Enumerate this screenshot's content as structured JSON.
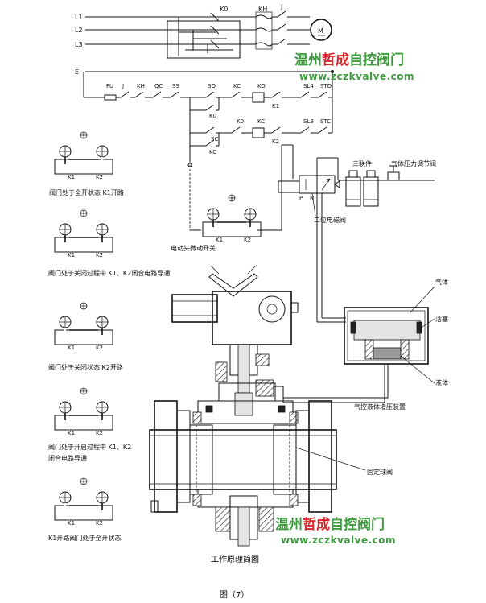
{
  "colors": {
    "brand_green": "#3f9a3f",
    "brand_red": "#d8232a",
    "ink": "#111111"
  },
  "circuit": {
    "lines": {
      "l1": "L1",
      "l2": "L2",
      "l3": "L3",
      "e": "E"
    },
    "power": {
      "k0": "K0",
      "kh": "KH",
      "j": "J",
      "motor": "M"
    },
    "control": {
      "fu": "FU",
      "j": "J",
      "kh": "KH",
      "qc": "QC",
      "ss": "SS",
      "so": "SO",
      "kc": "KC",
      "ko": "KO",
      "sl4": "SL4",
      "std": "STD",
      "k1": "K1",
      "k0_lower": "K0",
      "kc_lower": "KC",
      "sl8": "SL8",
      "stc": "STC",
      "k2": "K2",
      "sc": "SC",
      "kc_hold": "KC",
      "k0_hold": "K0"
    }
  },
  "valve_states": [
    {
      "caption": "阀门处于全开状态 K1开路",
      "k1": "K1",
      "k2": "K2"
    },
    {
      "caption": "阀门处于关闭过程中 K1、K2闭合电路导通",
      "k1": "K1",
      "k2": "K2"
    },
    {
      "caption": "阀门处于关闭状态 K2开路",
      "k1": "K1",
      "k2": "K2"
    },
    {
      "caption_line1": "阀门处于开启过程中 K1、K2",
      "caption_line2": "闭合电路导通",
      "k1": "K1",
      "k2": "K2"
    },
    {
      "caption": "K1开路阀门处于全开状态",
      "k1": "K1",
      "k2": "K2"
    }
  ],
  "switch_box": {
    "caption": "电动头微动开关",
    "k1": "K1",
    "k2": "K2"
  },
  "pneumatic": {
    "triple": "三联件",
    "regulator": "气体压力调节阀",
    "two_pos_valve": "二位电磁阀",
    "p": "P",
    "n": "N",
    "gas": "气体",
    "piston": "活塞",
    "liquid": "液体",
    "device": "气控液体增压装置"
  },
  "valve_label": "固定球阀",
  "diagram_title": "工作原理简图",
  "figure_caption": "图（7）",
  "watermark": {
    "chinese": [
      "温州",
      "哲成",
      "自控阀门"
    ],
    "url": "www.zczkvalve.com"
  }
}
